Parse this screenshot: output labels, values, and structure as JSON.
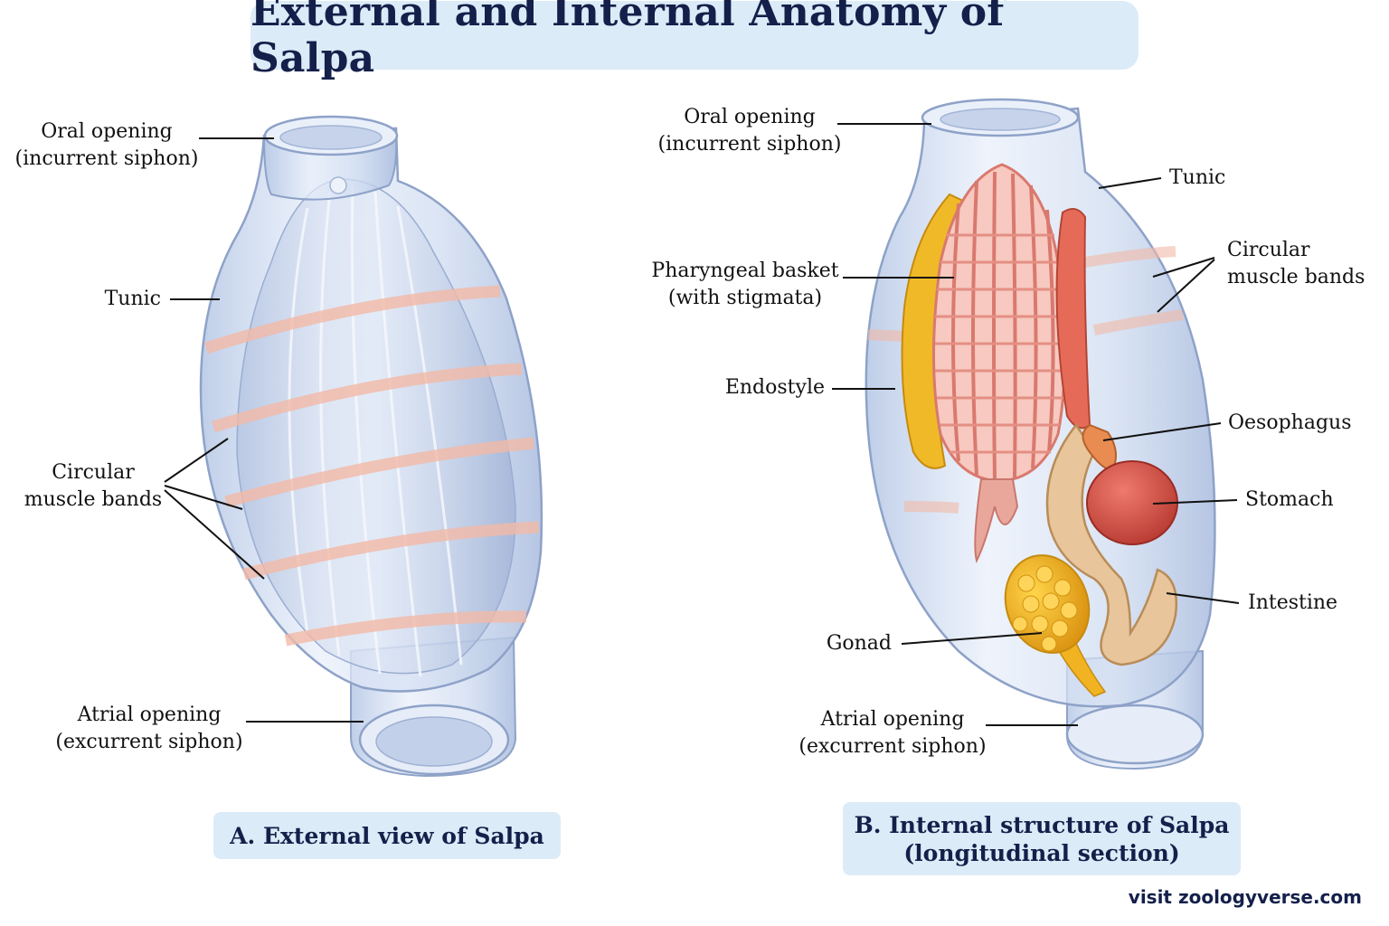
{
  "title": "External and Internal Anatomy of Salpa",
  "panel_a": {
    "caption": "A. External view of Salpa",
    "labels": {
      "oral_opening": "Oral opening",
      "oral_opening_sub": "(incurrent siphon)",
      "tunic": "Tunic",
      "circular_muscle": "Circular",
      "circular_muscle_sub": "muscle bands",
      "atrial_opening": "Atrial opening",
      "atrial_opening_sub": "(excurrent siphon)"
    }
  },
  "panel_b": {
    "caption": "B. Internal structure of Salpa",
    "caption_sub": "(longitudinal section)",
    "labels": {
      "oral_opening": "Oral opening",
      "oral_opening_sub": "(incurrent siphon)",
      "tunic": "Tunic",
      "circular_muscle": "Circular",
      "circular_muscle_sub": "muscle bands",
      "pharyngeal_basket": "Pharyngeal basket",
      "pharyngeal_basket_sub": "(with stigmata)",
      "endostyle": "Endostyle",
      "oesophagus": "Oesophagus",
      "stomach": "Stomach",
      "intestine": "Intestine",
      "gonad": "Gonad",
      "atrial_opening": "Atrial opening",
      "atrial_opening_sub": "(excurrent siphon)"
    }
  },
  "credit": "visit zoologyverse.com",
  "colors": {
    "title_bg": "#dcebf8",
    "title_text": "#14204a",
    "tunic": "#c9d8ee",
    "muscle_band": "#f2b9a6",
    "basket": "#f0a7a0",
    "endostyle": "#f0b928",
    "stomach": "#d9534a",
    "intestine": "#e8c59a",
    "gonad": "#f2b322"
  }
}
